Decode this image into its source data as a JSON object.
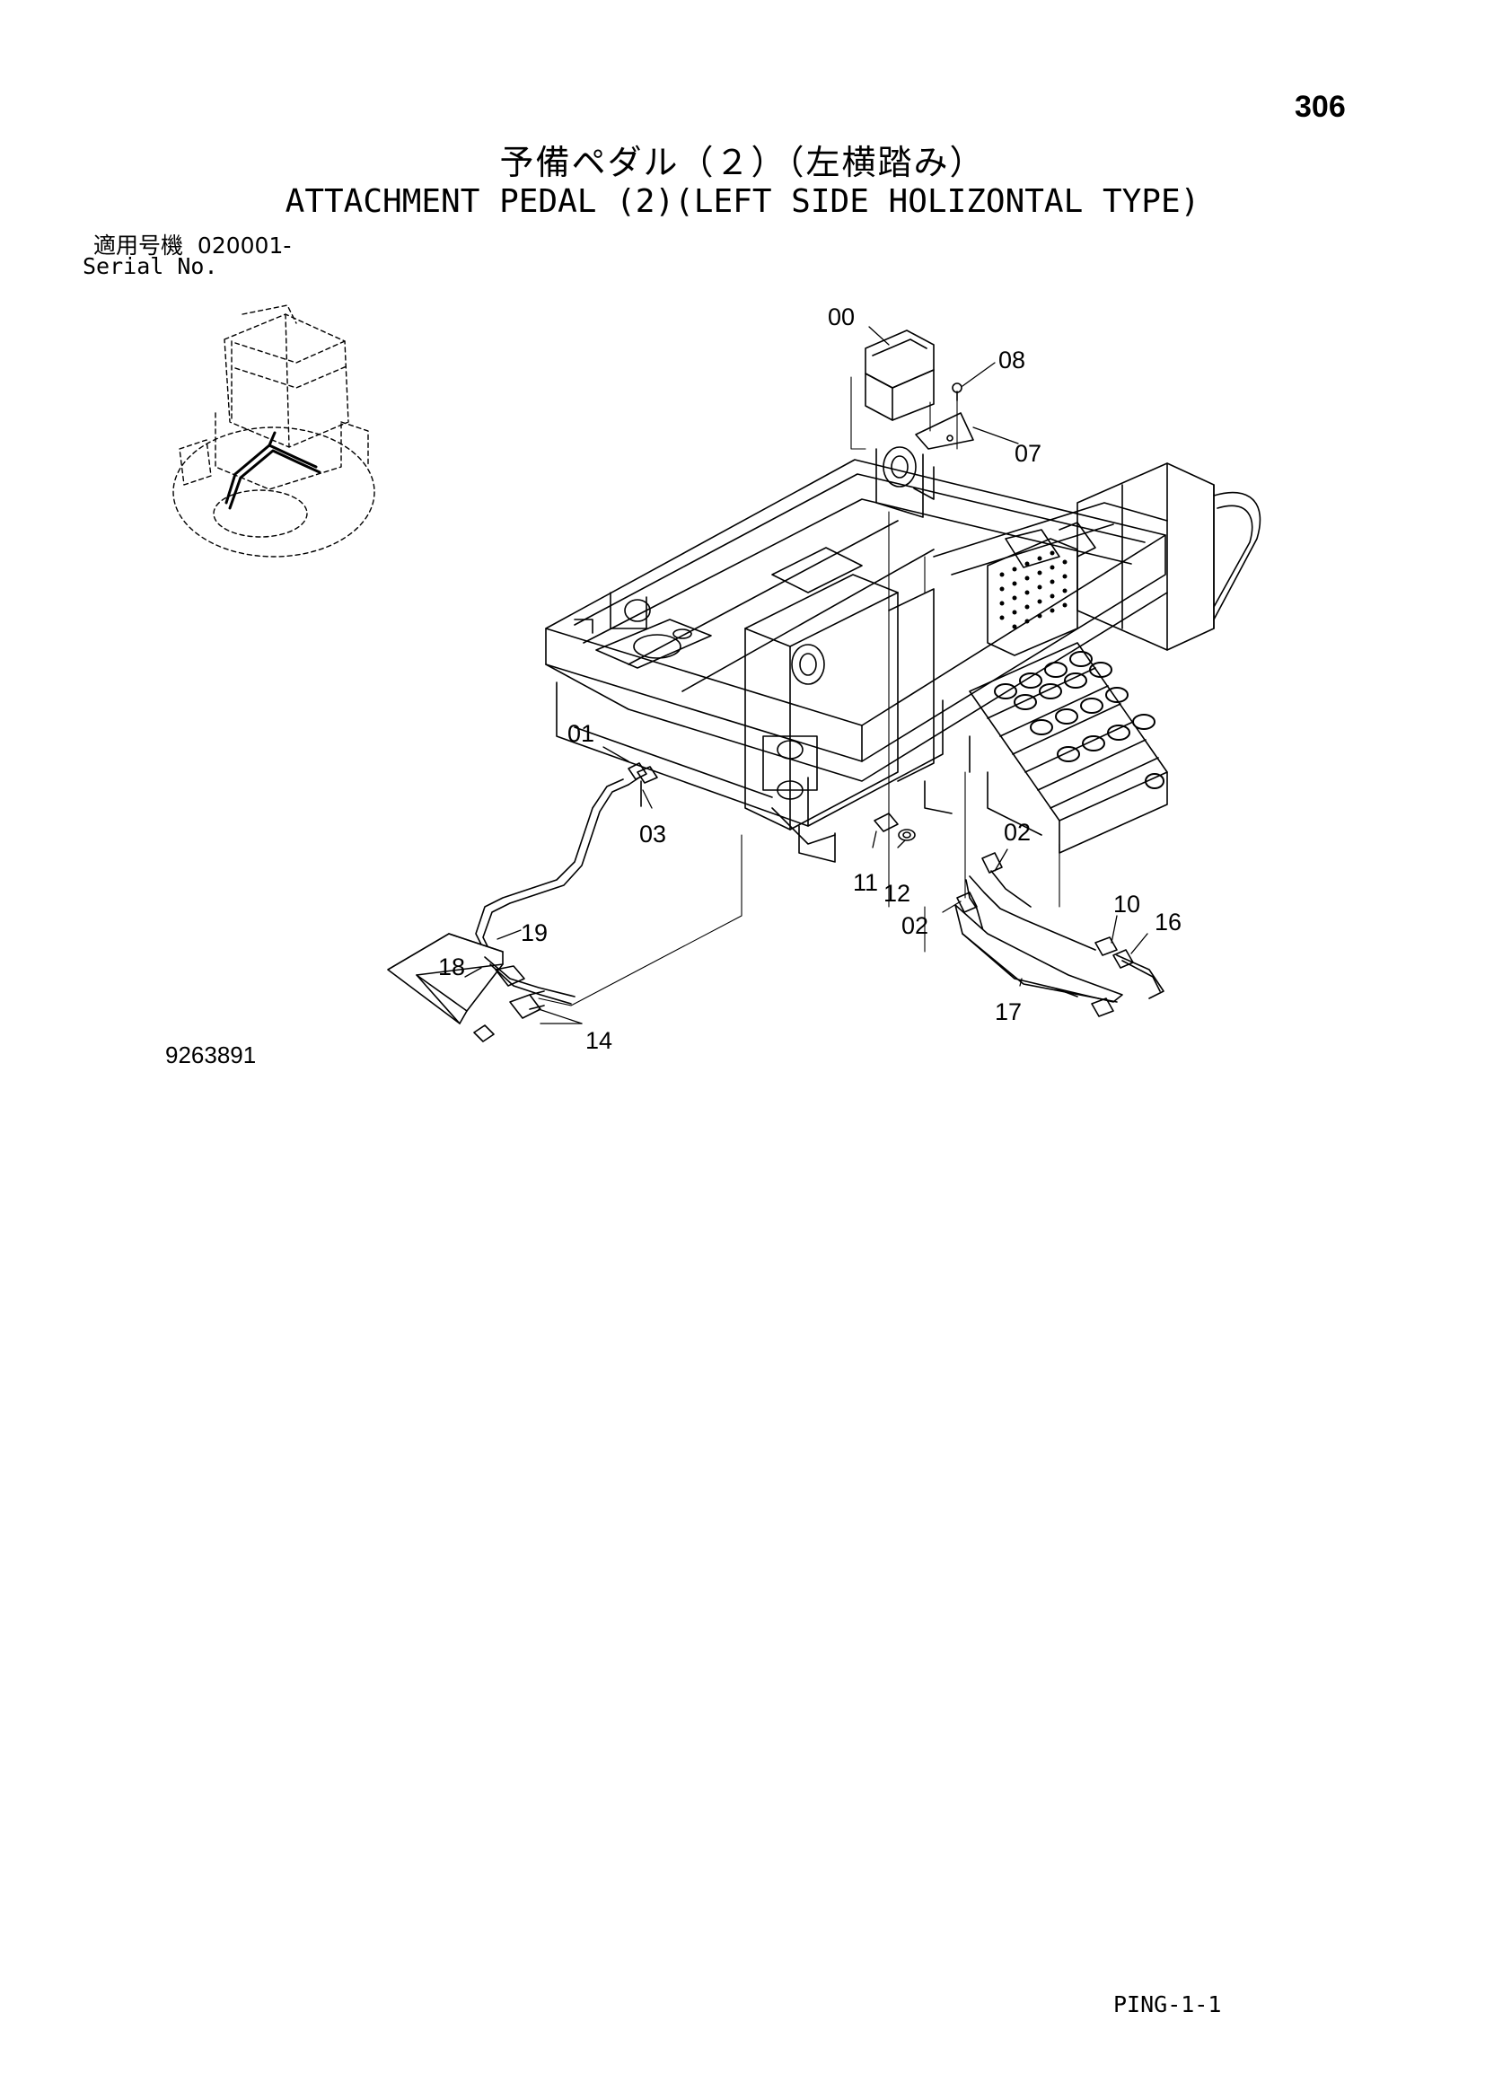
{
  "header": {
    "page_number": "306",
    "title_jp": "予備ペダル（２）（左横踏み）",
    "title_en": "ATTACHMENT PEDAL (2)(LEFT SIDE HOLIZONTAL TYPE)",
    "serial_label_jp": "適用号機",
    "serial_value": "020001-",
    "serial_label_en": "Serial No."
  },
  "drawing": {
    "drawing_number": "9263891",
    "callouts": [
      "00",
      "08",
      "07",
      "01",
      "03",
      "02",
      "11",
      "12",
      "02",
      "10",
      "16",
      "19",
      "18",
      "17",
      "14"
    ]
  },
  "footer": {
    "page_code": "PING-1-1"
  }
}
